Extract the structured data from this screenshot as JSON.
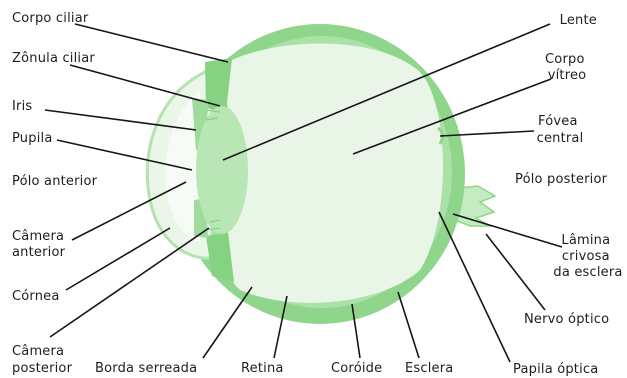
{
  "labels": {
    "corpo_ciliar": "Corpo ciliar",
    "zonula_ciliar": "Zônula ciliar",
    "iris": "Iris",
    "pupila": "Pupila",
    "polo_anterior": "Pólo anterior",
    "camera_anterior": [
      "Câmera",
      "anterior"
    ],
    "cornea": "Córnea",
    "camera_posterior": [
      "Câmera",
      "posterior"
    ],
    "borda_serreada": "Borda serreada",
    "retina": "Retina",
    "coroide": "Coróide",
    "esclera": "Esclera",
    "papila_optica": "Papila óptica",
    "nervo_optico": "Nervo óptico",
    "lamina_crivosa": [
      "Lâmina",
      "crivosa",
      "da esclera"
    ],
    "polo_posterior": "Pólo posterior",
    "fovea_central": [
      "Fóvea",
      "central"
    ],
    "corpo_vitreo": [
      "Corpo",
      "vítreo"
    ],
    "lente": "Lente"
  },
  "colors": {
    "sclera": "#8fd68c",
    "choroid": "#a9e1a6",
    "vitreous": "#e9f6e7",
    "cornea": "#eaf6e8",
    "lens": "#b9e6b5",
    "iris": "#9fdc9b",
    "nerve": "#c4ebc1",
    "leader": "#161616",
    "text": "#1e1e1e"
  }
}
